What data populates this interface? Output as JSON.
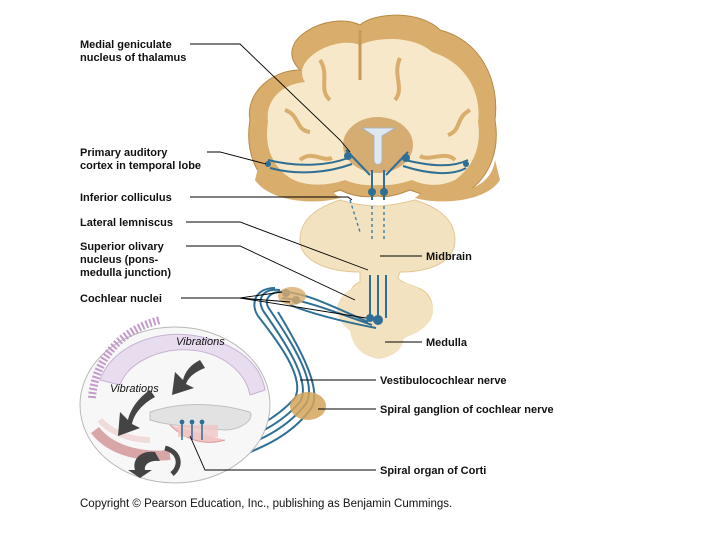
{
  "labels": {
    "medial_geniculate_1": "Medial geniculate",
    "medial_geniculate_2": "nucleus of thalamus",
    "primary_auditory_1": "Primary auditory",
    "primary_auditory_2": "cortex in temporal lobe",
    "inferior_colliculus": "Inferior colliculus",
    "lateral_lemniscus": "Lateral lemniscus",
    "superior_olivary_1": "Superior olivary",
    "superior_olivary_2": "nucleus (pons-",
    "superior_olivary_3": "medulla junction)",
    "cochlear_nuclei": "Cochlear nuclei",
    "midbrain": "Midbrain",
    "medulla": "Medulla",
    "vestibulocochlear_nerve": "Vestibulocochlear nerve",
    "spiral_ganglion": "Spiral ganglion of cochlear nerve",
    "spiral_organ": "Spiral organ of Corti",
    "vibrations_1": "Vibrations",
    "vibrations_2": "Vibrations"
  },
  "copyright": "Copyright © Pearson Education, Inc., publishing as Benjamin Cummings.",
  "colors": {
    "brain_outer": "#d9ad6c",
    "brain_inner": "#f6e8c9",
    "brain_stem": "#f3e2c0",
    "nerve": "#2f6f95",
    "cochlea_pink": "#d8a6a6",
    "leader": "#000000"
  }
}
